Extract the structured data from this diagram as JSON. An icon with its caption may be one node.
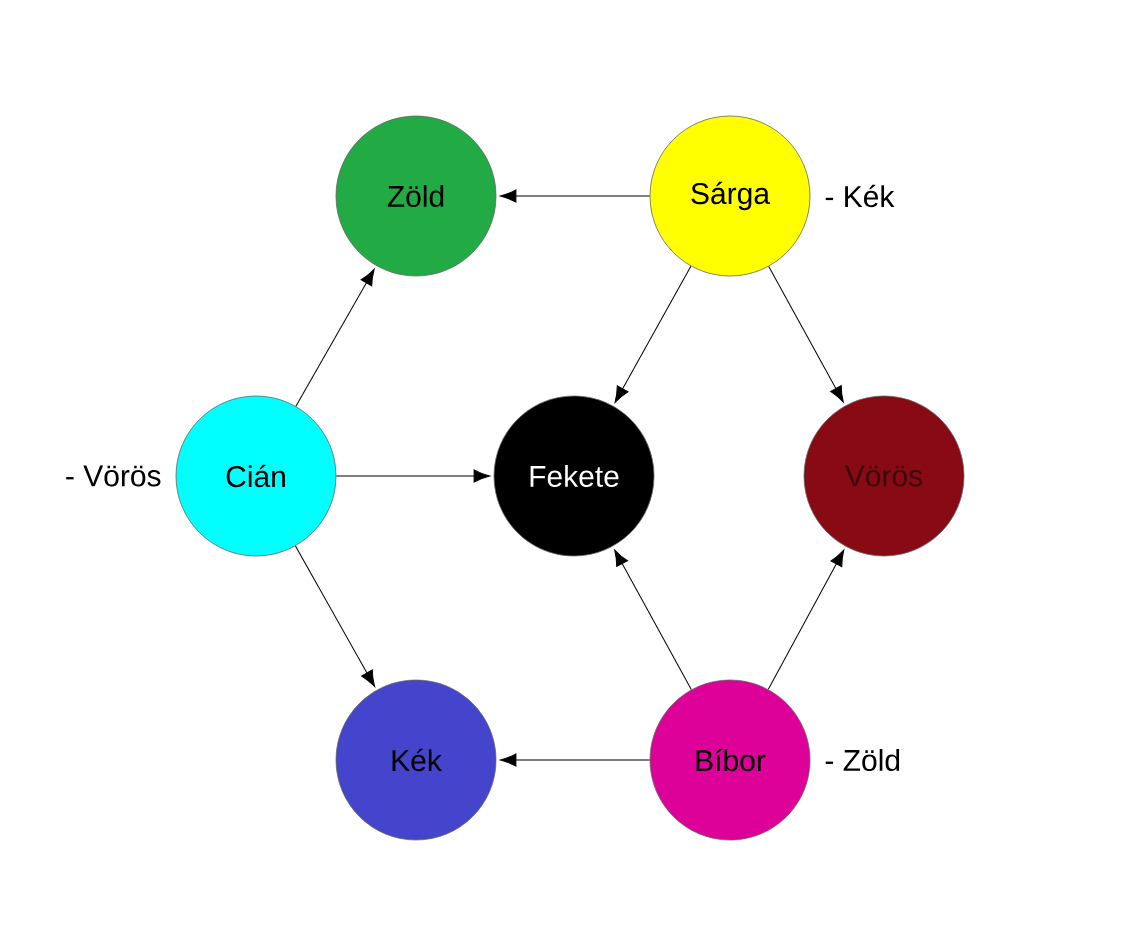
{
  "diagram": {
    "nodes": [
      {
        "text": [
          "Zöld"
        ]
      },
      {
        "text": [
          "Sárga"
        ],
        "beside": [
          "- Kék"
        ]
      },
      {
        "text": [
          "Cián"
        ],
        "beside": [
          "- Vörös"
        ]
      },
      {
        "text": [
          "Fekete"
        ]
      },
      {
        "text": [
          "Vörös"
        ]
      },
      {
        "text": [
          "Kék"
        ]
      },
      {
        "text": [
          "Bíbor"
        ],
        "beside": [
          "- Zöld"
        ]
      }
    ],
    "edges": [
      {
        "from": 1,
        "to": 0,
        "arrow": "to"
      },
      {
        "from": 1,
        "to": 3,
        "arrow": "to"
      },
      {
        "from": 1,
        "to": 4,
        "arrow": "to"
      },
      {
        "from": 2,
        "to": 0,
        "arrow": "to"
      },
      {
        "from": 2,
        "to": 3,
        "arrow": "to"
      },
      {
        "from": 2,
        "to": 5,
        "arrow": "to"
      },
      {
        "from": 6,
        "to": 5,
        "arrow": "to"
      },
      {
        "from": 6,
        "to": 3,
        "arrow": "to"
      },
      {
        "from": 6,
        "to": 4,
        "arrow": "to"
      }
    ]
  }
}
